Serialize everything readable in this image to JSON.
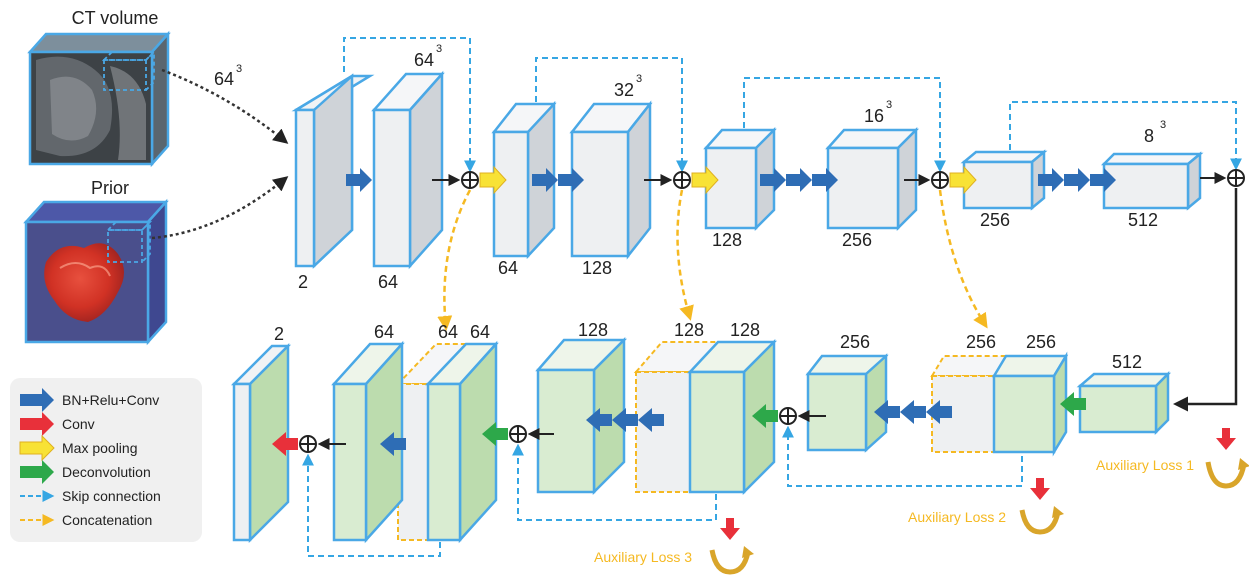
{
  "colors": {
    "box_stroke": "#4aa8e6",
    "box_fill_gray": "#e4e6ea",
    "box_fill_green": "#d9ecd1",
    "box_fill_light": "#eef2f3",
    "concat_stroke": "#f5b922",
    "skip_color": "#35a6e3",
    "concat_color": "#f5b922",
    "arrow_blue": "#2e6db5",
    "arrow_red": "#e8303a",
    "arrow_yellow": "#f8e235",
    "arrow_green": "#2da84a",
    "aux_text": "#f5b922"
  },
  "inputs": {
    "ct_title": "CT volume",
    "prior_title": "Prior",
    "input_size": "64",
    "input_size_exp": "3"
  },
  "encoder": {
    "stage1": {
      "in_channels": "2",
      "channels": "64",
      "size": "64",
      "size_exp": "3"
    },
    "stage2": {
      "in_channels": "64",
      "channels": "128",
      "size": "32",
      "size_exp": "3"
    },
    "stage3": {
      "in_channels": "128",
      "channels": "256",
      "size": "16",
      "size_exp": "3"
    },
    "stage4": {
      "in_channels": "256",
      "channels": "512",
      "size": "8",
      "size_exp": "3"
    }
  },
  "decoder": {
    "stage4": {
      "channels": "512"
    },
    "stage3": {
      "channels_up": "256",
      "channels_concat": "256",
      "channels_skip": "256"
    },
    "stage2": {
      "channels_concat": "128",
      "channels_skip": "128",
      "channels_out": "128"
    },
    "stage1": {
      "channels_concat": "64",
      "channels_skip": "64",
      "channels_out": "64"
    },
    "output": {
      "channels": "2"
    }
  },
  "aux_losses": [
    "Auxiliary Loss 1",
    "Auxiliary Loss 2",
    "Auxiliary Loss 3"
  ],
  "legend": [
    {
      "label": "BN+Relu+Conv",
      "icon": "blue-arrow-icon"
    },
    {
      "label": "Conv",
      "icon": "red-arrow-icon"
    },
    {
      "label": "Max pooling",
      "icon": "yellow-arrow-icon"
    },
    {
      "label": "Deconvolution",
      "icon": "green-arrow-icon"
    },
    {
      "label": "Skip connection",
      "icon": "blue-dashed-arrow-icon"
    },
    {
      "label": "Concatenation",
      "icon": "orange-dashed-arrow-icon"
    }
  ]
}
